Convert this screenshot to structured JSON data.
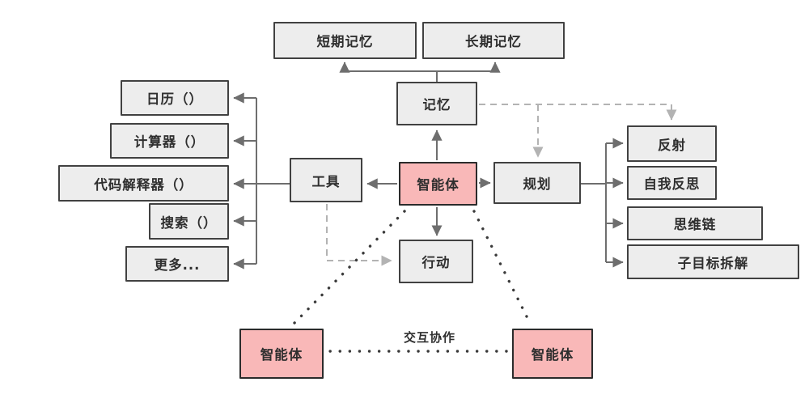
{
  "colors": {
    "box_fill": "#ededed",
    "box_border": "#414141",
    "agent_fill": "#f9b8b8",
    "agent_border": "#2b2b2b",
    "text": "#2f2f2f",
    "connector": "#6e6e6e",
    "dashed": "#b3b3b3",
    "dotted": "#3a3a3a"
  },
  "nodes": {
    "short_term_memory": {
      "label": "短期记忆"
    },
    "long_term_memory": {
      "label": "长期记忆"
    },
    "memory": {
      "label": "记忆"
    },
    "calendar": {
      "label": "日历（）"
    },
    "calculator": {
      "label": "计算器（）"
    },
    "code_interpreter": {
      "label": "代码解释器（）"
    },
    "search": {
      "label": "搜索（）"
    },
    "more": {
      "label": "更多..."
    },
    "tools": {
      "label": "工具"
    },
    "agent": {
      "label": "智能体"
    },
    "planning": {
      "label": "规划"
    },
    "action": {
      "label": "行动"
    },
    "reflection": {
      "label": "反射"
    },
    "self_reflection": {
      "label": "自我反思"
    },
    "chain_of_thought": {
      "label": "思维链"
    },
    "subgoal_decomposition": {
      "label": "子目标拆解"
    },
    "agent_bottom_left": {
      "label": "智能体"
    },
    "agent_bottom_right": {
      "label": "智能体"
    }
  },
  "edge_labels": {
    "collaboration": "交互协作"
  }
}
